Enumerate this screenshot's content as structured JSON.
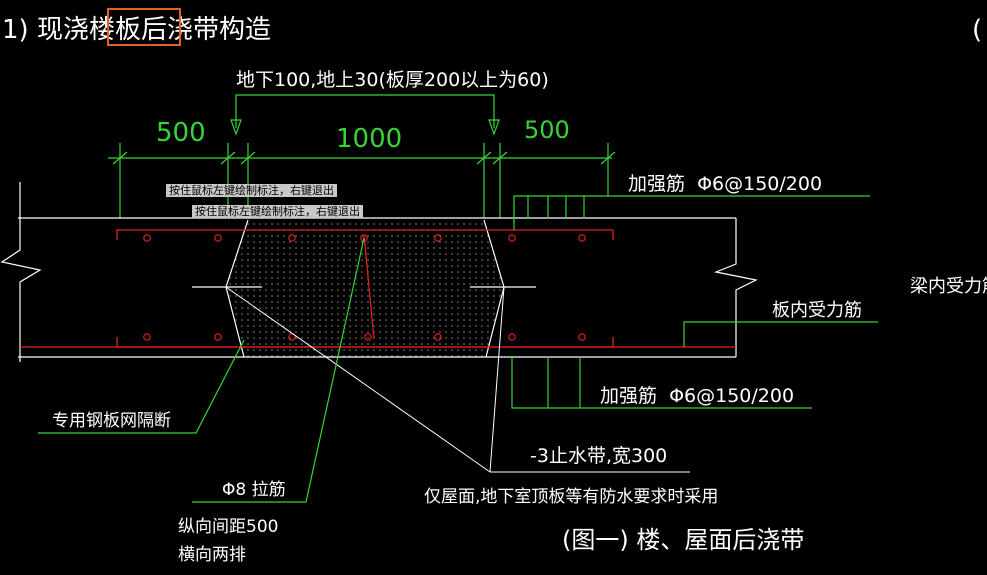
{
  "title": "1) 现浇楼板后浇带构造",
  "title_right_fragment": "(",
  "top_annotation": "地下100,地上30(板厚200以上为60)",
  "dims": {
    "left": "500",
    "center": "1000",
    "right": "500"
  },
  "tooltip_text": "按住鼠标左键绘制标注，右键退出",
  "labels": {
    "top_rebar": "加强筋  Φ6@150/200",
    "beam_rebar": "梁内受力筋",
    "slab_rebar": "板内受力筋",
    "bottom_rebar": "加强筋  Φ6@150/200",
    "steel_mesh": "专用钢板网隔断",
    "waterstop": "-3止水带,宽300",
    "waterstop_note": "仅屋面,地下室顶板等有防水要求时采用",
    "tie_bar": "Φ8 拉筋",
    "tie_spacing": "纵向间距500",
    "tie_rows": "横向两排",
    "figure_caption": "(图一) 楼、屋面后浇带"
  },
  "colors": {
    "background": "#000000",
    "line": "#ffffff",
    "leader": "#37d437",
    "rebar": "#e02020",
    "highlight": "#e0622a"
  }
}
